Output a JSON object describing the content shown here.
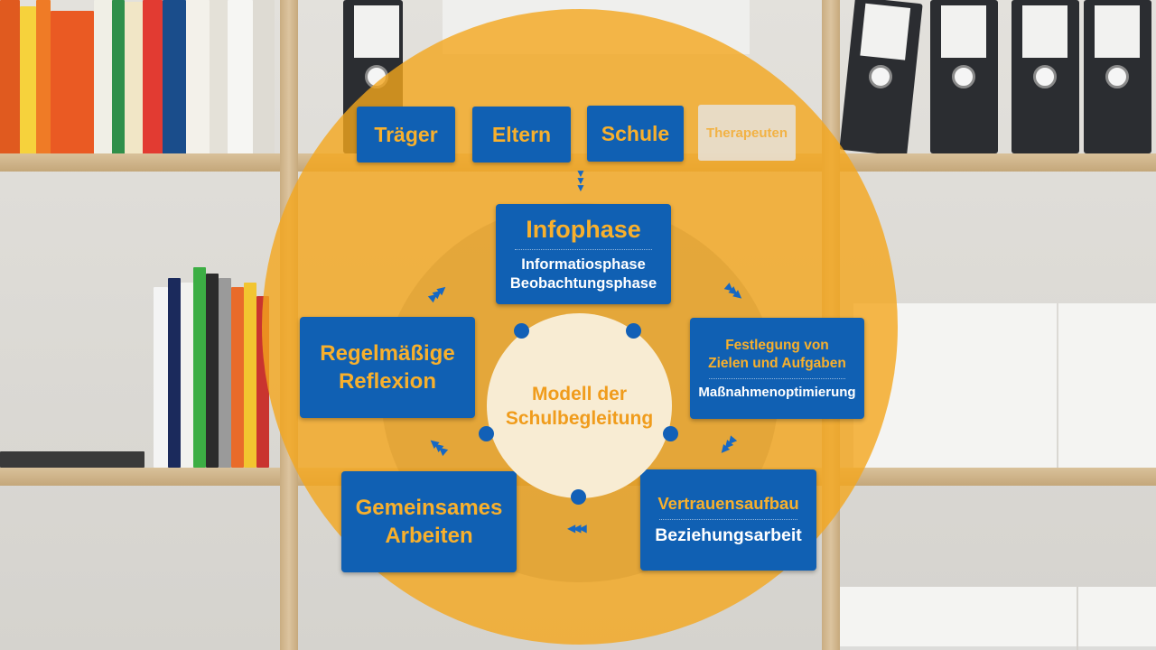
{
  "top_tabs": [
    {
      "label": "Träger"
    },
    {
      "label": "Eltern"
    },
    {
      "label": "Schule"
    },
    {
      "label": "Therapeuten"
    }
  ],
  "phases": {
    "infophase": {
      "title": "Infophase",
      "lines": "Informatiosphase\nBeobachtungsphase"
    },
    "festlegung": {
      "title": "Festlegung von\nZielen und Aufgaben",
      "sub": "Maßnahmenoptimierung"
    },
    "vertrauen": {
      "title": "Vertrauensaufbau",
      "sub": "Beziehungsarbeit"
    },
    "gemeinsam": {
      "title": "Gemeinsames\nArbeiten"
    },
    "reflexion": {
      "title": "Regelmäßige\nReflexion"
    }
  },
  "center": {
    "label": "Modell der\nSchulbegleitung"
  },
  "colors": {
    "accent_orange": "#f4a61d",
    "box_blue": "#1060b3",
    "title_gold": "#f8b02c",
    "center_fill": "#f8ecd3"
  }
}
